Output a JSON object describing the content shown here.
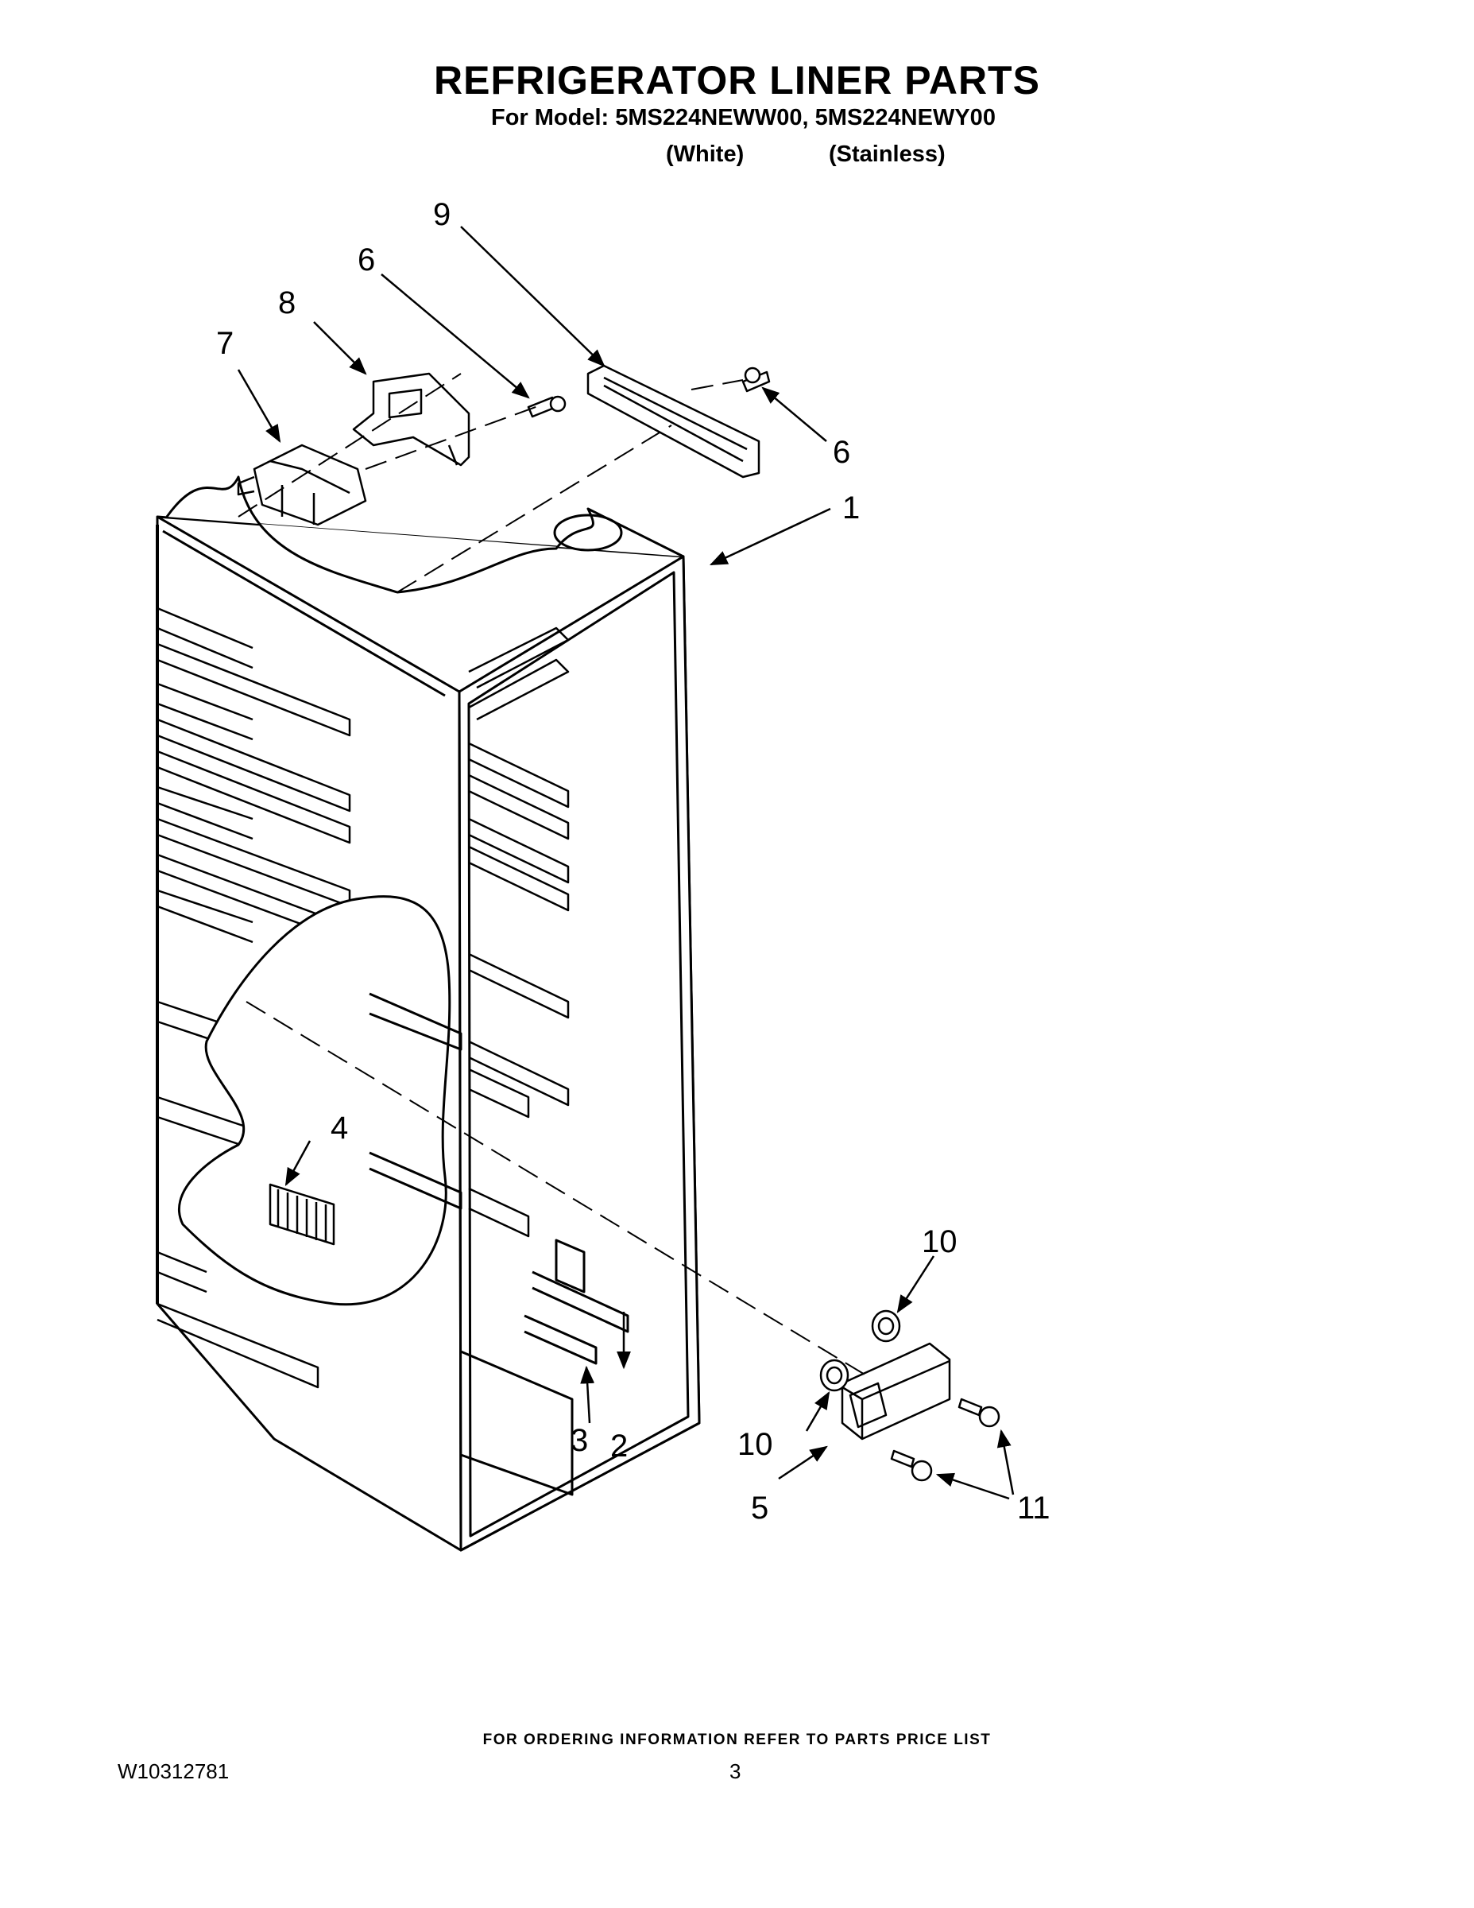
{
  "header": {
    "title": "REFRIGERATOR LINER PARTS",
    "model_line": "For Model: 5MS224NEWW00, 5MS224NEWY00",
    "variant_white": "(White)",
    "variant_stainless": "(Stainless)"
  },
  "callouts": {
    "c1": "1",
    "c2": "2",
    "c3": "3",
    "c4": "4",
    "c5": "5",
    "c6a": "6",
    "c6b": "6",
    "c7": "7",
    "c8": "8",
    "c9": "9",
    "c10a": "10",
    "c10b": "10",
    "c11": "11"
  },
  "footer": {
    "ordering_note": "FOR ORDERING INFORMATION REFER TO PARTS PRICE LIST",
    "doc_number": "W10312781",
    "page_number": "3"
  }
}
